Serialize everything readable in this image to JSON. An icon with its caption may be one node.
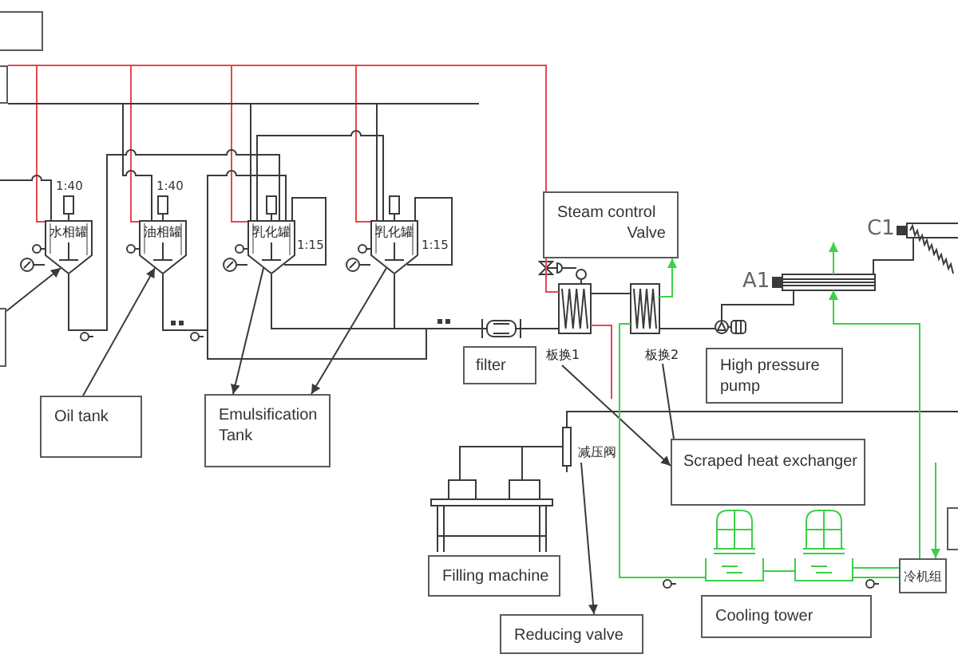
{
  "diagram": {
    "nodes": [
      {
        "text": [],
        "shape": "box"
      },
      {
        "text": [],
        "shape": "box"
      },
      {
        "text": [
          "水相罐"
        ],
        "beside": [
          "1:40"
        ]
      },
      {
        "text": [
          "油相罐"
        ],
        "beside": [
          "1:40"
        ]
      },
      {
        "text": [
          "乳化罐"
        ],
        "beside": [
          "1:15"
        ]
      },
      {
        "text": [
          "乳化罐"
        ],
        "beside": [
          "1:15"
        ]
      },
      {
        "text": [
          "Steam control Valve"
        ]
      },
      {
        "text": [
          "板换1"
        ]
      },
      {
        "text": [
          "板换2"
        ]
      },
      {
        "text": [
          "filter"
        ]
      },
      {
        "text": [
          "High pressure pump"
        ]
      },
      {
        "text": [],
        "shape": "box"
      },
      {
        "text": [
          "Oil tank"
        ]
      },
      {
        "text": [
          "Emulsification Tank"
        ]
      },
      {
        "text": [
          "减压阀"
        ]
      },
      {
        "text": [
          "Scraped heat exchanger"
        ]
      },
      {
        "text": [],
        "shape": "box"
      },
      {
        "text": [
          "Filling machine"
        ]
      },
      {
        "text": [
          "冷机组"
        ]
      },
      {
        "text": [
          "Cooling tower"
        ]
      },
      {
        "text": [
          "Reducing valve"
        ]
      },
      {
        "text": [],
        "shape": "picture"
      },
      {
        "text": [],
        "shape": "picture"
      },
      {
        "text": [],
        "shape": "picture"
      },
      {
        "text": [],
        "shape": "picture"
      },
      {
        "text": [],
        "shape": "picture"
      },
      {
        "text": [],
        "shape": "picture"
      },
      {
        "text": [],
        "shape": "picture"
      },
      {
        "text": [],
        "shape": "picture"
      },
      {
        "text": [],
        "shape": "picture"
      },
      {
        "text": [],
        "shape": "picture"
      }
    ],
    "edges": [
      {
        "from": 11,
        "to": 2,
        "arrow": "to"
      },
      {
        "from": 12,
        "to": 3,
        "arrow": "to"
      },
      {
        "from": 4,
        "to": 13,
        "arrow": "to"
      },
      {
        "from": 5,
        "to": 13,
        "arrow": "to"
      },
      {
        "from": 7,
        "to": 15,
        "arrow": "to"
      },
      {
        "from": 8,
        "to": 15,
        "arrow": "none"
      },
      {
        "from": 14,
        "to": 20,
        "arrow": "to"
      },
      {
        "from": 1,
        "to": 6,
        "arrow": "none",
        "color": "#e5484f"
      },
      {
        "from": 1,
        "to": 2,
        "arrow": "none",
        "color": "#e5484f"
      },
      {
        "from": 1,
        "to": 3,
        "arrow": "none",
        "color": "#e5484f"
      },
      {
        "from": 1,
        "to": 4,
        "arrow": "none",
        "color": "#e5484f"
      },
      {
        "from": 1,
        "to": 5,
        "arrow": "none",
        "color": "#e5484f"
      },
      {
        "from": 6,
        "to": 22,
        "arrow": "none",
        "color": "#e5484f"
      },
      {
        "from": 22,
        "to": null,
        "arrow": "none",
        "color": "#e5484f"
      },
      {
        "from": 1,
        "to": 4,
        "arrow": "none"
      },
      {
        "from": 1,
        "to": 5,
        "arrow": "none"
      },
      {
        "from": 1,
        "to": null,
        "arrow": "none"
      },
      {
        "from": 1,
        "to": 3,
        "arrow": "none"
      },
      {
        "from": null,
        "to": 2,
        "arrow": "none"
      },
      {
        "from": 2,
        "to": 4,
        "arrow": "none"
      },
      {
        "from": 3,
        "to": 4,
        "arrow": "none"
      },
      {
        "from": 3,
        "to": 21,
        "arrow": "none"
      },
      {
        "from": 4,
        "to": 21,
        "arrow": "none"
      },
      {
        "from": 5,
        "to": 21,
        "arrow": "none"
      },
      {
        "from": 4,
        "to": 4,
        "arrow": "none"
      },
      {
        "from": 5,
        "to": 5,
        "arrow": "none"
      },
      {
        "from": 4,
        "to": 5,
        "arrow": "none"
      },
      {
        "from": 21,
        "to": 22,
        "arrow": "none"
      },
      {
        "from": 22,
        "to": 23,
        "arrow": "none"
      },
      {
        "from": 23,
        "to": 24,
        "arrow": "none"
      },
      {
        "from": 24,
        "to": 25,
        "arrow": "none"
      },
      {
        "from": 25,
        "to": 26,
        "arrow": "none"
      },
      {
        "from": null,
        "to": 28,
        "arrow": "none"
      },
      {
        "from": 28,
        "to": 27,
        "arrow": "none"
      },
      {
        "from": 18,
        "to": 30,
        "arrow": "none",
        "color": "#3ccf48"
      },
      {
        "from": 18,
        "to": 30,
        "arrow": "none",
        "color": "#3ccf48"
      },
      {
        "from": 30,
        "to": 29,
        "arrow": "none",
        "color": "#3ccf48"
      },
      {
        "from": 29,
        "to": 23,
        "arrow": "none",
        "color": "#3ccf48"
      },
      {
        "from": 23,
        "to": 6,
        "arrow": "to",
        "color": "#3ccf48"
      },
      {
        "from": 18,
        "to": 25,
        "arrow": "to",
        "color": "#3ccf48"
      },
      {
        "from": 25,
        "to": null,
        "arrow": "to",
        "color": "#3ccf48"
      },
      {
        "from": null,
        "to": 18,
        "arrow": "to",
        "color": "#3ccf48"
      }
    ],
    "labels": [
      "C1",
      "A1"
    ]
  }
}
